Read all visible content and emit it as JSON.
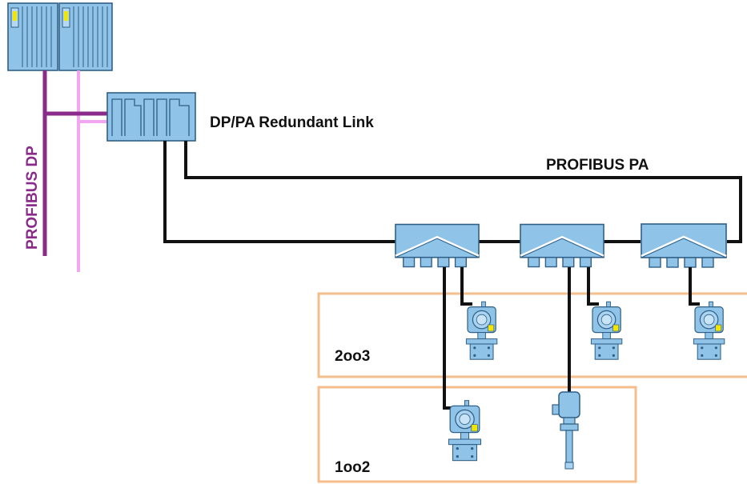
{
  "labels": {
    "link": "DP/PA Redundant Link",
    "profibus_pa": "PROFIBUS PA",
    "profibus_dp": "PROFIBUS DP",
    "group_2oo3": "2oo3",
    "group_1oo2": "1oo2"
  },
  "colors": {
    "device_fill": "#8fc3e8",
    "device_stroke": "#2f5f86",
    "pa_bus": "#111111",
    "dp_primary": "#8a2a8a",
    "dp_secondary": "#f2a6f2",
    "group_border": "#f4be8c",
    "indicator": "#f2e600"
  },
  "icons": {
    "plc": "plc-rack-icon",
    "link": "redundant-link-icon",
    "coupler": "field-distributor-icon",
    "transmitter": "pressure-transmitter-icon",
    "level": "level-sensor-icon"
  }
}
